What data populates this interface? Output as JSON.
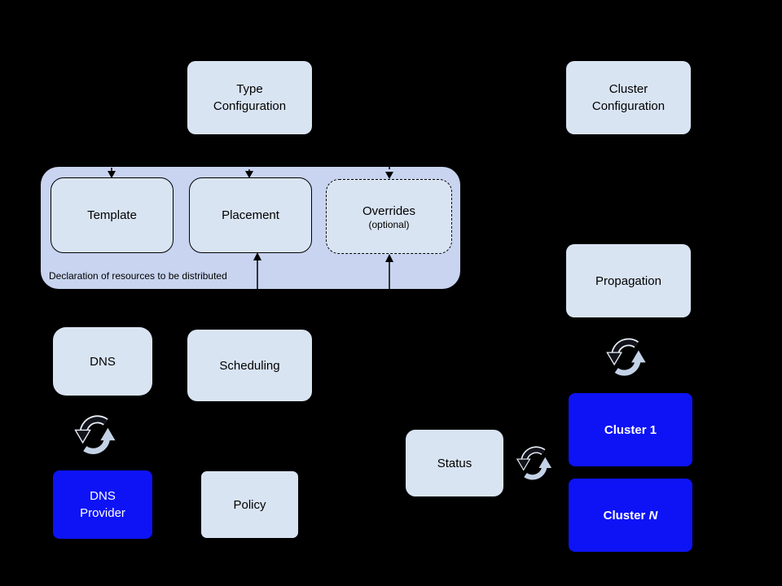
{
  "palette": {
    "background": "#000000",
    "light_box": "#d9e4f3",
    "group_box": "#c8d4f0",
    "accent_blue": "#0d13f5",
    "arrow_black": "#000000",
    "sync_light": "#c3d2e6",
    "sync_dark": "#13131b",
    "text_dark": "#000000",
    "text_light": "#ffffff"
  },
  "nodes": {
    "type_configuration": {
      "label": "Type\nConfiguration"
    },
    "cluster_configuration": {
      "label": "Cluster\nConfiguration"
    },
    "resource_group": {
      "caption": "Declaration of resources to be distributed"
    },
    "template": {
      "label": "Template"
    },
    "placement": {
      "label": "Placement"
    },
    "overrides": {
      "label": "Overrides",
      "sublabel": "(optional)"
    },
    "dns": {
      "label": "DNS"
    },
    "scheduling": {
      "label": "Scheduling"
    },
    "dns_provider": {
      "label": "DNS\nProvider"
    },
    "policy": {
      "label": "Policy"
    },
    "propagation": {
      "label": "Propagation"
    },
    "status": {
      "label": "Status"
    },
    "cluster_1": {
      "label": "Cluster 1"
    },
    "cluster_n": {
      "prefix": "Cluster ",
      "suffix_italic": "N"
    }
  },
  "icons": {
    "sync_dns": "sync-cycle",
    "sync_propagation": "sync-cycle",
    "sync_status": "sync-cycle"
  }
}
